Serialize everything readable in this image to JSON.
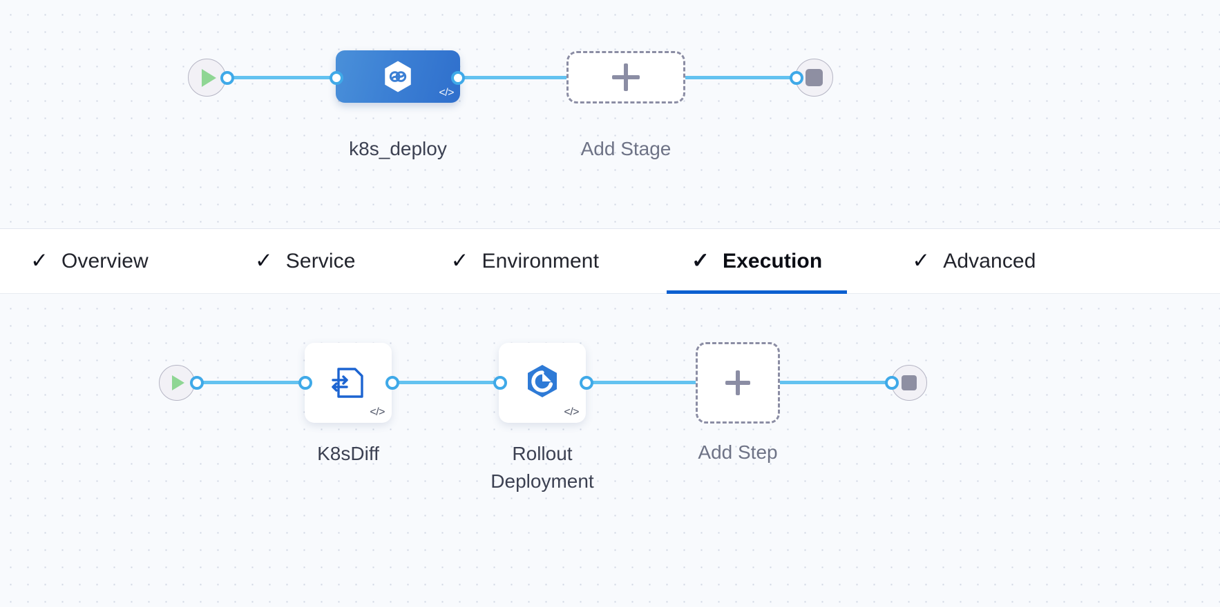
{
  "stage_canvas": {
    "name": "pipeline-stages-canvas",
    "start_node": {
      "icon": "play-icon",
      "label": ""
    },
    "end_node": {
      "icon": "stop-icon",
      "label": ""
    },
    "stages": [
      {
        "label": "k8s_deploy",
        "icon": "kubernetes-hexagon-icon",
        "badge": "</>",
        "selected": true,
        "color": "#3b7fd4"
      }
    ],
    "add_stage": {
      "label": "Add Stage",
      "icon": "plus-icon"
    }
  },
  "tabs": {
    "name": "stage-config-tabs",
    "items": [
      {
        "label": "Overview",
        "check": "✓",
        "active": false
      },
      {
        "label": "Service",
        "check": "✓",
        "active": false
      },
      {
        "label": "Environment",
        "check": "✓",
        "active": false
      },
      {
        "label": "Execution",
        "check": "✓",
        "active": true
      },
      {
        "label": "Advanced",
        "check": "✓",
        "active": false
      }
    ],
    "active_color": "#0b5fd0"
  },
  "step_canvas": {
    "name": "execution-steps-canvas",
    "start_node": {
      "icon": "play-icon"
    },
    "end_node": {
      "icon": "stop-icon"
    },
    "steps": [
      {
        "label": "K8sDiff",
        "icon": "diff-document-icon",
        "badge": "</>"
      },
      {
        "label": "Rollout\nDeployment",
        "icon": "rollout-hexagon-icon",
        "badge": "</>"
      }
    ],
    "add_step": {
      "label": "Add Step",
      "icon": "plus-icon"
    }
  },
  "theme": {
    "canvas_bg": "#f8fafd",
    "grid_dot": "#cfd5e3",
    "wire": "#63c2f0",
    "port_ring": "#3fa9e8",
    "accent_blue": "#0b5fd0",
    "muted_gray": "#8b8da4"
  }
}
